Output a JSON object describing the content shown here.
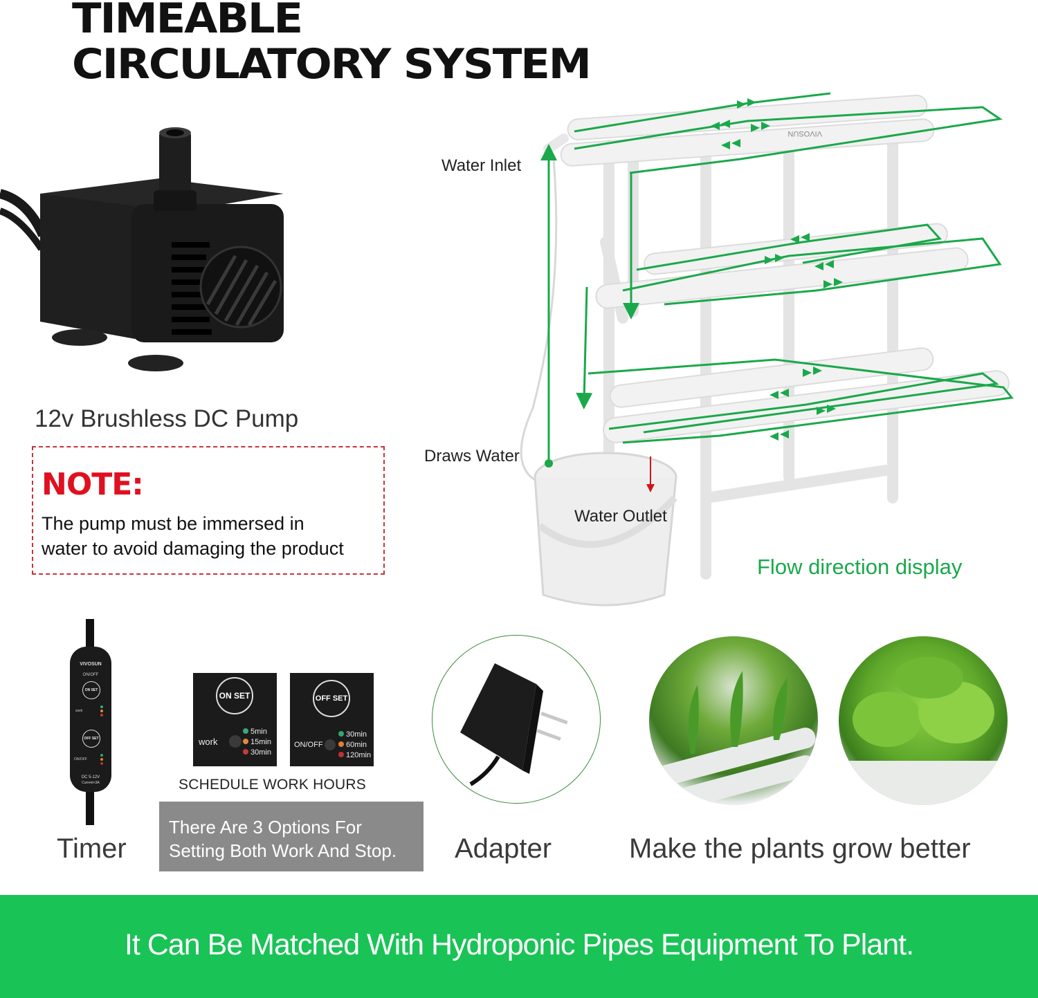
{
  "header": {
    "title_line1": "TIMEABLE",
    "title_line2": "CIRCULATORY SYSTEM"
  },
  "pump": {
    "icon": "submersible-pump-icon",
    "caption": "12v Brushless DC Pump"
  },
  "note": {
    "heading": "NOTE:",
    "line1": "The pump must be immersed in",
    "line2": "water to avoid damaging the product",
    "border_color": "#c8323c",
    "heading_color": "#e01020"
  },
  "diagram": {
    "labels": {
      "water_inlet": "Water Inlet",
      "draws_water": "Draws Water",
      "water_outlet": "Water Outlet"
    },
    "brand_mark": "VIVOSUN",
    "flow_caption": "Flow direction display",
    "flow_color": "#1aa84a",
    "outlet_arrow_color": "#d0141c"
  },
  "timer": {
    "brand": "VIVOSUN",
    "on_off_label": "ON/OFF",
    "on_set": "ON SET",
    "off_set": "OFF SET",
    "work_label": "work",
    "onoff_label": "ON/OFF",
    "rating_line1": "DC 5-12V",
    "rating_line2": "Current<3A",
    "caption": "Timer"
  },
  "schedule": {
    "on_panel": {
      "button": "ON SET",
      "label": "work",
      "options": [
        {
          "dot_color": "#3aa878",
          "text": "5min"
        },
        {
          "dot_color": "#e08a3c",
          "text": "15min"
        },
        {
          "dot_color": "#c8383a",
          "text": "30min"
        }
      ]
    },
    "off_panel": {
      "button": "OFF SET",
      "label": "ON/OFF",
      "options": [
        {
          "dot_color": "#2fa870",
          "text": "30min"
        },
        {
          "dot_color": "#e0802c",
          "text": "60min"
        },
        {
          "dot_color": "#c03034",
          "text": "120min"
        }
      ]
    },
    "label": "SCHEDULE WORK HOURS",
    "info_line1": "There Are 3 Options For",
    "info_line2": "Setting Both Work And Stop."
  },
  "adapter": {
    "icon": "power-adapter-icon",
    "caption": "Adapter"
  },
  "plants": {
    "caption": "Make the plants grow better"
  },
  "banner": {
    "text": "It Can Be Matched With Hydroponic Pipes Equipment To Plant.",
    "color": "#19c356"
  }
}
